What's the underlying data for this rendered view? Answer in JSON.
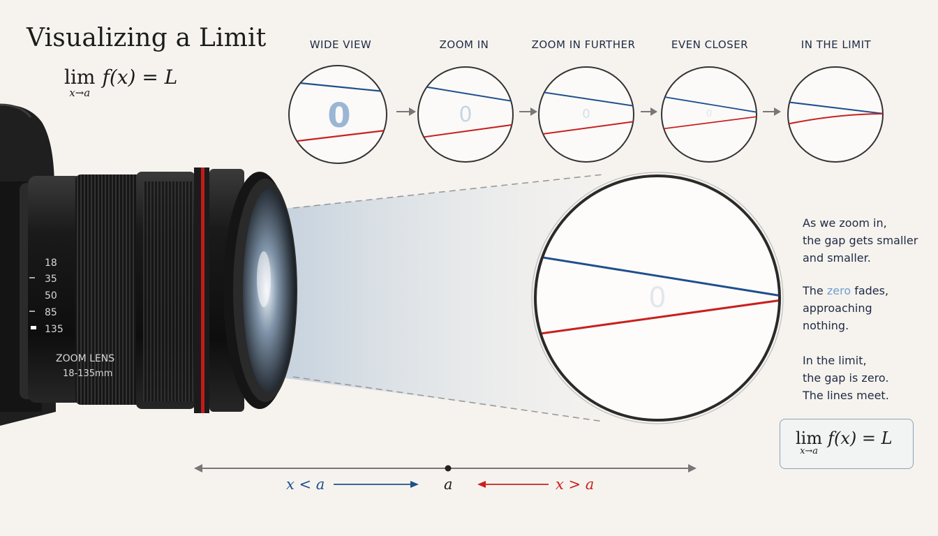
{
  "title": "Visualizing a Limit",
  "formula": {
    "lim": "lim",
    "sub": "x→a",
    "expr": "f(x) = L"
  },
  "stages": [
    {
      "label": "WIDE VIEW",
      "zero_opacity": 0.55
    },
    {
      "label": "ZOOM IN",
      "zero_opacity": 0.3
    },
    {
      "label": "ZOOM IN FURTHER",
      "zero_opacity": 0.18
    },
    {
      "label": "EVEN CLOSER",
      "zero_opacity": 0.1
    },
    {
      "label": "IN THE LIMIT",
      "zero_opacity": 0
    }
  ],
  "zero_glyph": "0",
  "lens": {
    "scale_marks": [
      "18",
      "35",
      "50",
      "85",
      "135"
    ],
    "name": "ZOOM LENS",
    "range": "18-135mm"
  },
  "side_text": {
    "p1": [
      "As we zoom in,",
      "the gap gets smaller",
      "and smaller."
    ],
    "p2_pre": "The ",
    "p2_hl": "zero",
    "p2_post": " fades,",
    "p2_rest": [
      "approaching",
      "nothing."
    ],
    "p3": [
      "In the limit,",
      "the gap is zero.",
      "The lines meet."
    ]
  },
  "number_line": {
    "left_label": "x < a",
    "center_label": "a",
    "right_label": "x > a"
  },
  "colors": {
    "blue_line": "#1e4f8c",
    "red_line": "#c8201f",
    "lens_red": "#c21a1a",
    "zero": "#9bb6d4"
  }
}
